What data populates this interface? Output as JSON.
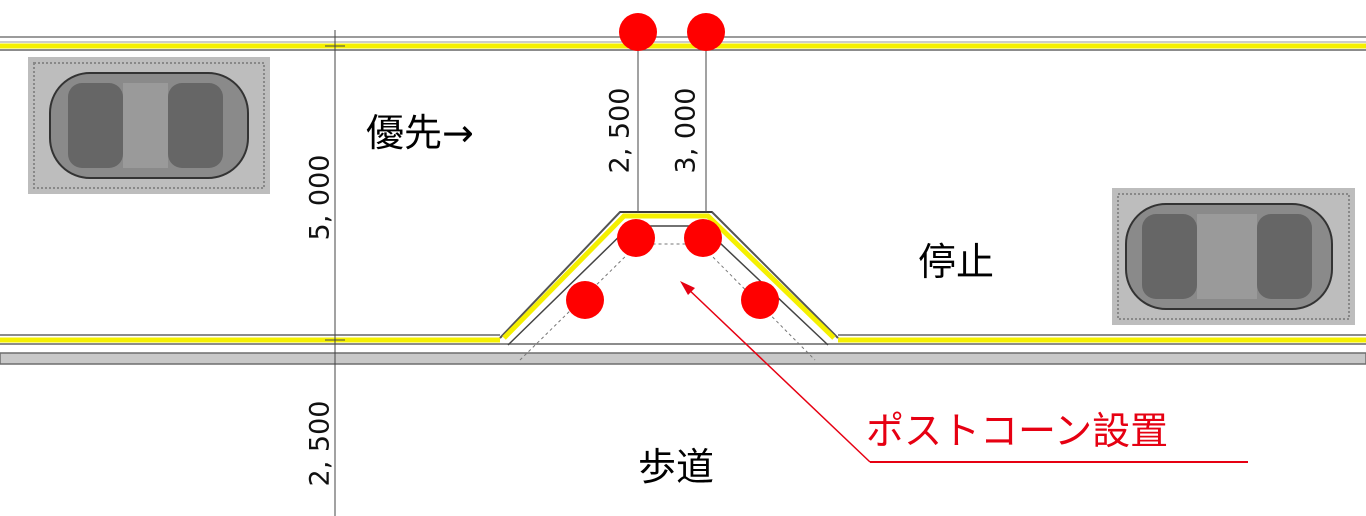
{
  "labels": {
    "priority": "優先→",
    "stop": "停止",
    "sidewalk": "歩道",
    "callout": "ポストコーン設置"
  },
  "dimensions": {
    "road_width": "5, 000",
    "sidewalk_width": "2, 500",
    "inner_offset": "2, 500",
    "outer_offset": "3, 000"
  },
  "colors": {
    "line_yellow": "#ffff00",
    "post_cone_red": "#ff0000",
    "callout_red": "#e60012",
    "curb_gray": "#8c8c8c"
  },
  "icons": {
    "car_left": "car-topview-icon",
    "car_right": "car-topview-icon"
  }
}
